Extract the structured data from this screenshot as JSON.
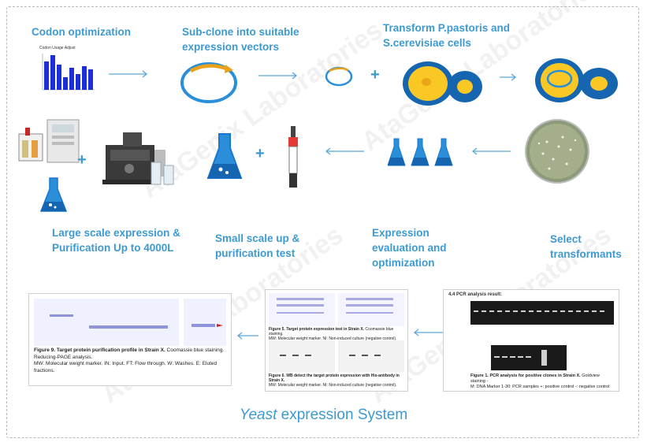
{
  "steps": {
    "codon": "Codon optimization",
    "subclone_1": "Sub-clone into suitable",
    "subclone_2": "expression vectors",
    "transform_1": "Transform P.pastoris and",
    "transform_2": "S.cerevisiae cells",
    "large_1": "Large scale expression &",
    "large_2": "Purification Up to 4000L",
    "small_1": "Small scale up &",
    "small_2": "purification test",
    "eval_1": "Expression",
    "eval_2": "evaluation and",
    "eval_3": "optimization",
    "select_1": "Select",
    "select_2": "transformants"
  },
  "codon_chart_title": "Codon Usage Adjust",
  "title_italic": "Yeast",
  "title_rest": " expression System",
  "watermark": "AtaGenix Laboratories",
  "pcr_panel": {
    "heading": "4.4 PCR analysis result:",
    "caption_bold": "Figure 1. PCR analysis for positive clones in Strain X.",
    "caption_rest": " Goldview staining -",
    "legend": "M: DNA Marker  1-30: PCR samples  +: positive control  -: negative control"
  },
  "mid_panel": {
    "cap1_bold": "Figure 5. Target protein expression test in Strain X.",
    "cap1_rest": " Coomassie blue staining.",
    "cap1_legend": "MW: Molecular weight marker. NI: Non-induced culture (negative control).",
    "cap2_bold": "Figure 6. WB detect the target protein expression with His-antibody in Strain X.",
    "cap2_legend": "MW: Molecular weight marker. NI: Non-induced culture (negative control)."
  },
  "left_panel": {
    "caption_bold": "Figure 9. Target protein purification profile in Strain X.",
    "caption_rest": " Coomassie blue staining.",
    "caption_2": "Reducing-PAGE analysis.",
    "legend": "MW: Molecular weight marker. IN: Input. FT: Flow through. W: Washes. E: Eluted fractions."
  },
  "colors": {
    "accent": "#3d9ad1",
    "yeast_blue": "#1565b0",
    "yeast_yellow": "#f9c825"
  }
}
